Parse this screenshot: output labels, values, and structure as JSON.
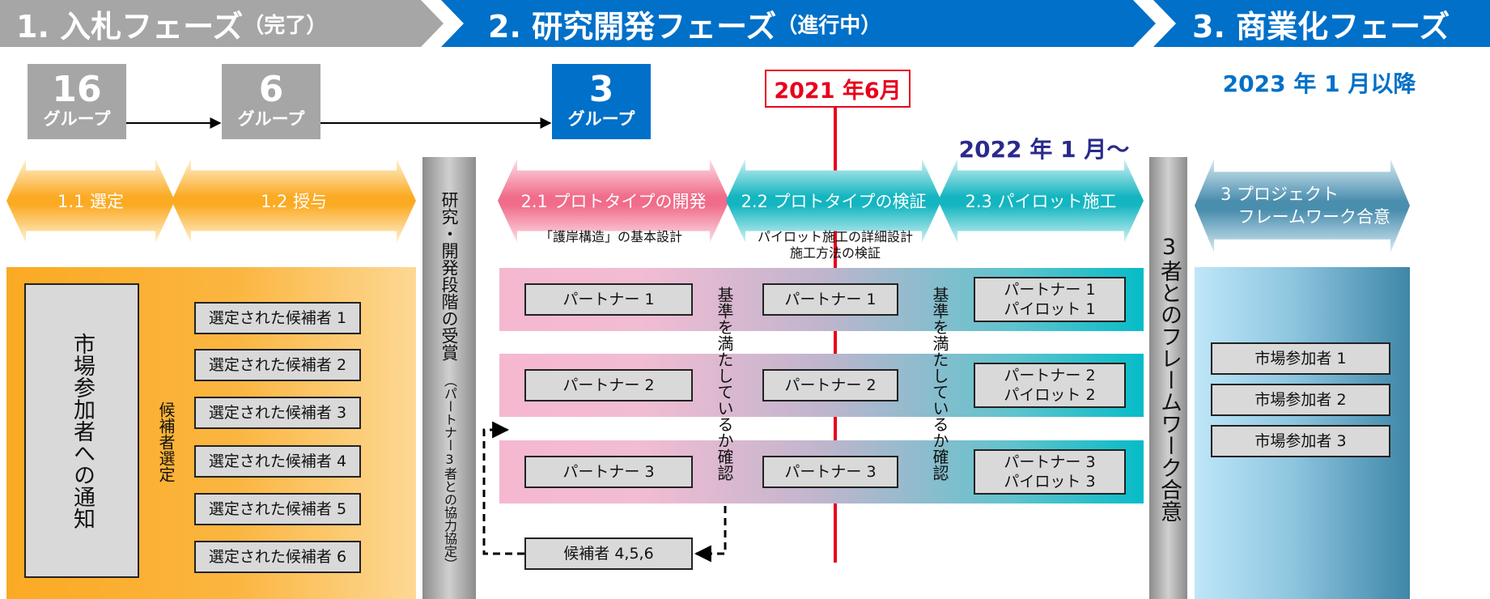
{
  "phases": [
    {
      "title": "1. 入札フェーズ",
      "status": "（完了）"
    },
    {
      "title": "2. 研究開発フェーズ",
      "status": "（進行中）"
    },
    {
      "title": "3. 商業化フェーズ",
      "status": ""
    }
  ],
  "groups": [
    {
      "count": "16",
      "unit": "グループ"
    },
    {
      "count": "6",
      "unit": "グループ"
    },
    {
      "count": "3",
      "unit": "グループ"
    }
  ],
  "dates": {
    "june2021": "2021 年6月",
    "jan2022": "2022 年 1 月〜",
    "jan2023": "2023 年 1 月以降"
  },
  "steps": {
    "s11": "1.1 選定",
    "s12": "1.2 授与",
    "s21": "2.1 プロトタイプの開発",
    "s22": "2.2 プロトタイプの検証",
    "s23": "2.3 パイロット施工",
    "s3_line1": "3 プロジェクト",
    "s3_line2": "フレームワーク合意"
  },
  "notes": {
    "design": "「護岸構造」の基本設計",
    "pilot_design": "パイロット施工の詳細設計",
    "method_check": "施工方法の検証"
  },
  "vertical": {
    "award": "研究・開発段階の受賞",
    "award_paren": "（パートナー3者との協力協定）",
    "notify": "市場参加者への通知",
    "select": "候補者選定",
    "check": "基準を満たしているか確認",
    "framework": "3者とのフレームワーク合意"
  },
  "candidates": [
    "選定された候補者 1",
    "選定された候補者 2",
    "選定された候補者 3",
    "選定された候補者 4",
    "選定された候補者 5",
    "選定された候補者 6"
  ],
  "partners": [
    "パートナー 1",
    "パートナー 2",
    "パートナー 3"
  ],
  "pilots": [
    {
      "partner": "パートナー 1",
      "pilot": "パイロット 1"
    },
    {
      "partner": "パートナー 2",
      "pilot": "パイロット 2"
    },
    {
      "partner": "パートナー 3",
      "pilot": "パイロット 3"
    }
  ],
  "backup": "候補者 4,5,6",
  "market": [
    "市場参加者 1",
    "市場参加者 2",
    "市場参加者 3"
  ],
  "colors": {
    "gray": "#a6a6a6",
    "blue": "#0070c8",
    "red": "#e8001c",
    "orange": "#fbaa23",
    "pink": "#f06c8a",
    "teal": "#13b5c0",
    "steel": "#4a8eae",
    "navy": "#2a2a8c"
  }
}
